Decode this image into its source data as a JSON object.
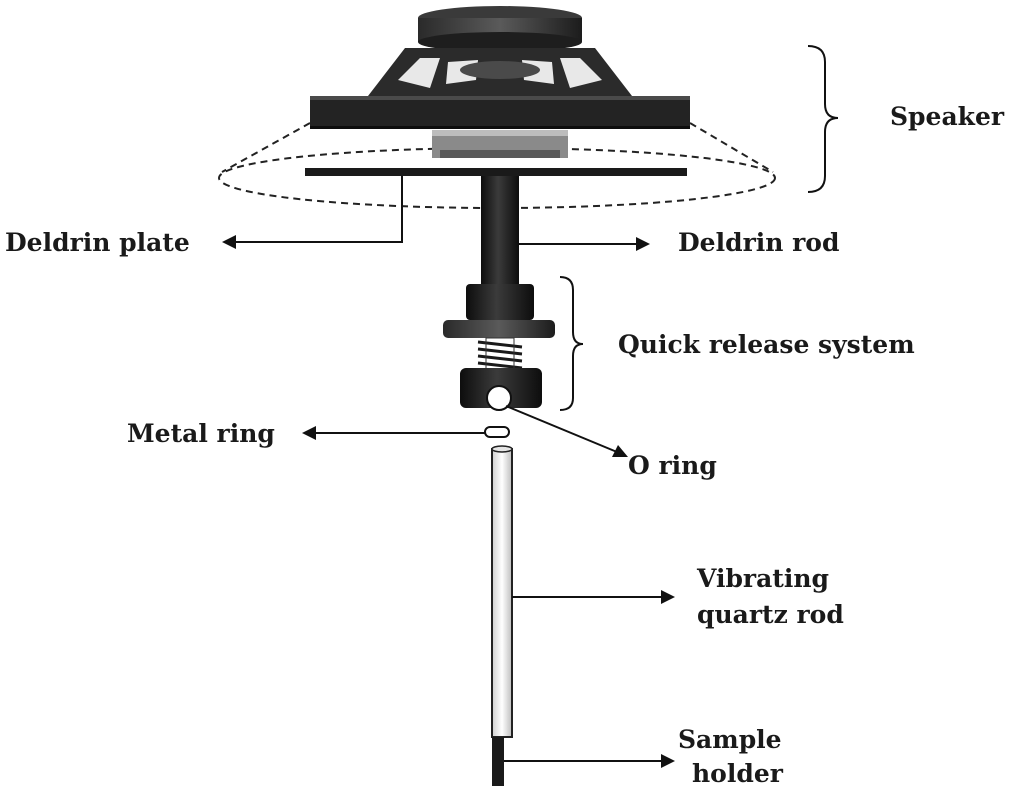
{
  "labels": {
    "speaker": "Speaker",
    "deldrin_plate": "Deldrin plate",
    "deldrin_rod": "Deldrin rod",
    "quick_release": "Quick release system",
    "metal_ring": "Metal ring",
    "o_ring": "O ring",
    "vibrating_line1": "Vibrating",
    "vibrating_line2": "quartz rod",
    "sample_line1": "Sample",
    "sample_line2": "holder"
  },
  "colors": {
    "component": "#1b1b1b",
    "line": "#111111",
    "background": "#ffffff"
  }
}
